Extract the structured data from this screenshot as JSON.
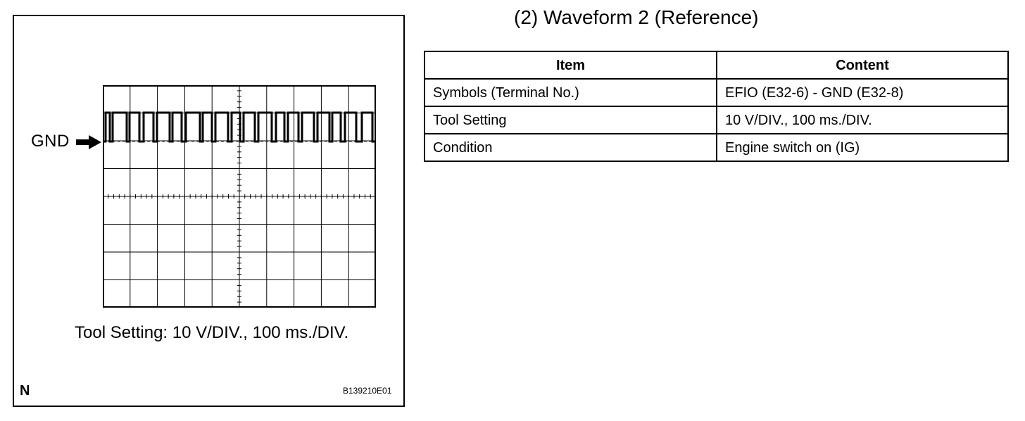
{
  "figure": {
    "ground_label": "GND",
    "ground_arrow_icon": "right-arrow-icon",
    "tool_setting_caption": "Tool Setting: 10 V/DIV., 100 ms./DIV.",
    "corner_letter": "N",
    "figure_code": "B139210E01",
    "oscilloscope": {
      "horizontal_divisions": 10,
      "vertical_divisions": 8,
      "signal": "square pulse train switching between GND and high level"
    }
  },
  "section": {
    "title": "(2) Waveform 2 (Reference)"
  },
  "table": {
    "headers": [
      "Item",
      "Content"
    ],
    "rows": [
      [
        "Symbols (Terminal No.)",
        "EFIO (E32-6) - GND (E32-8)"
      ],
      [
        "Tool Setting",
        "10 V/DIV., 100 ms./DIV."
      ],
      [
        "Condition",
        "Engine switch on (IG)"
      ]
    ]
  }
}
